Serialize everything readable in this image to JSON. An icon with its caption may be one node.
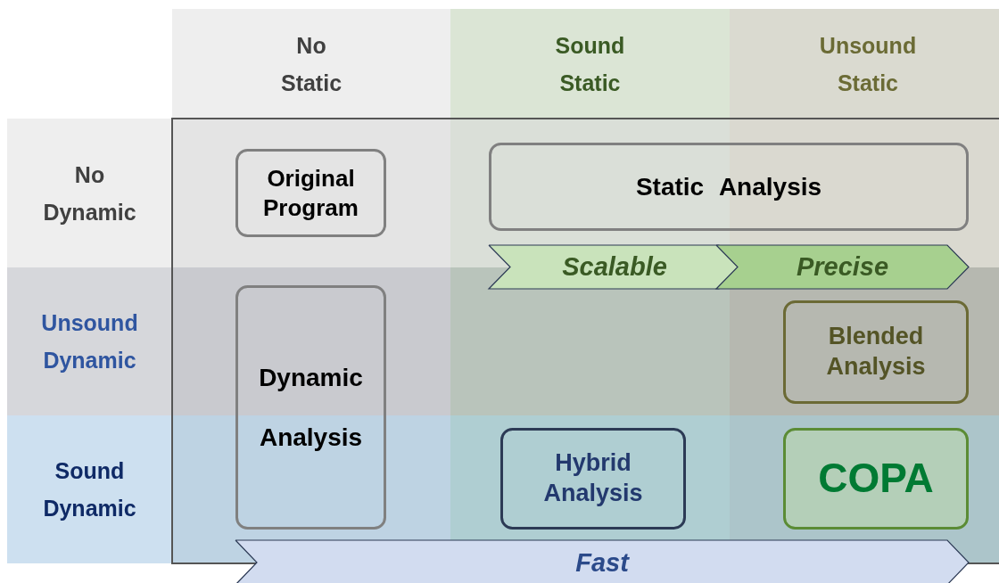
{
  "diagram": {
    "nodes": [
      {
        "text": [
          "Original Program"
        ]
      },
      {
        "text": [
          "Static Analysis"
        ]
      },
      {
        "text": [
          "Scalable"
        ]
      },
      {
        "text": [
          "Precise"
        ]
      },
      {
        "text": [
          "Dynamic Analysis"
        ]
      },
      {
        "text": [
          "Blended Analysis"
        ]
      },
      {
        "text": [
          "Hybrid Analysis"
        ]
      },
      {
        "text": [
          "COPA"
        ]
      },
      {
        "text": [
          "Fast"
        ]
      }
    ],
    "labels": [
      "No Static",
      "Sound Static",
      "Unsound Static",
      "No Dynamic",
      "Unsound Dynamic",
      "Sound Dynamic"
    ]
  }
}
